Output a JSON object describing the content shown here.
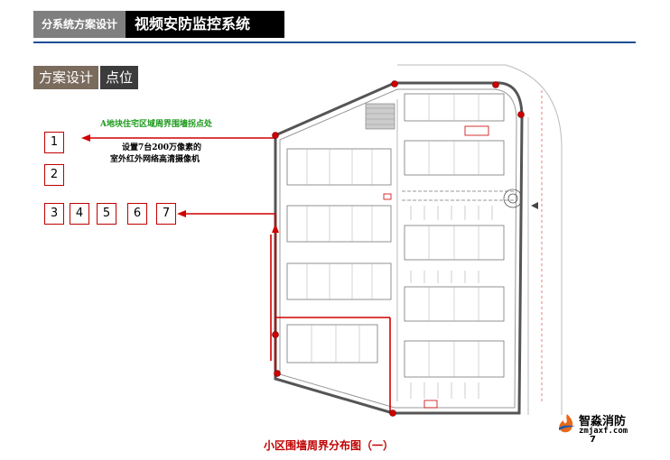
{
  "header": {
    "section": "分系统方案设计",
    "title": "视频安防监控系统"
  },
  "subheader": {
    "part1": "方案设计",
    "part2": "点位"
  },
  "notes": {
    "corner_label": "A地块住宅区域周界围墙拐点处",
    "camera_line1": "设置7台200万像素的",
    "camera_line2": "室外红外网络高清摄像机"
  },
  "camera_points": [
    "1",
    "2",
    "3",
    "4",
    "5",
    "6",
    "7"
  ],
  "caption": "小区围墙周界分布图（一）",
  "logo": {
    "name": "智淼消防",
    "url": "zmjaxf.com"
  },
  "page_number": "7",
  "colors": {
    "accent_blue": "#1f4e96",
    "marker_red": "#c00000",
    "note_green": "#1a9a1a"
  }
}
